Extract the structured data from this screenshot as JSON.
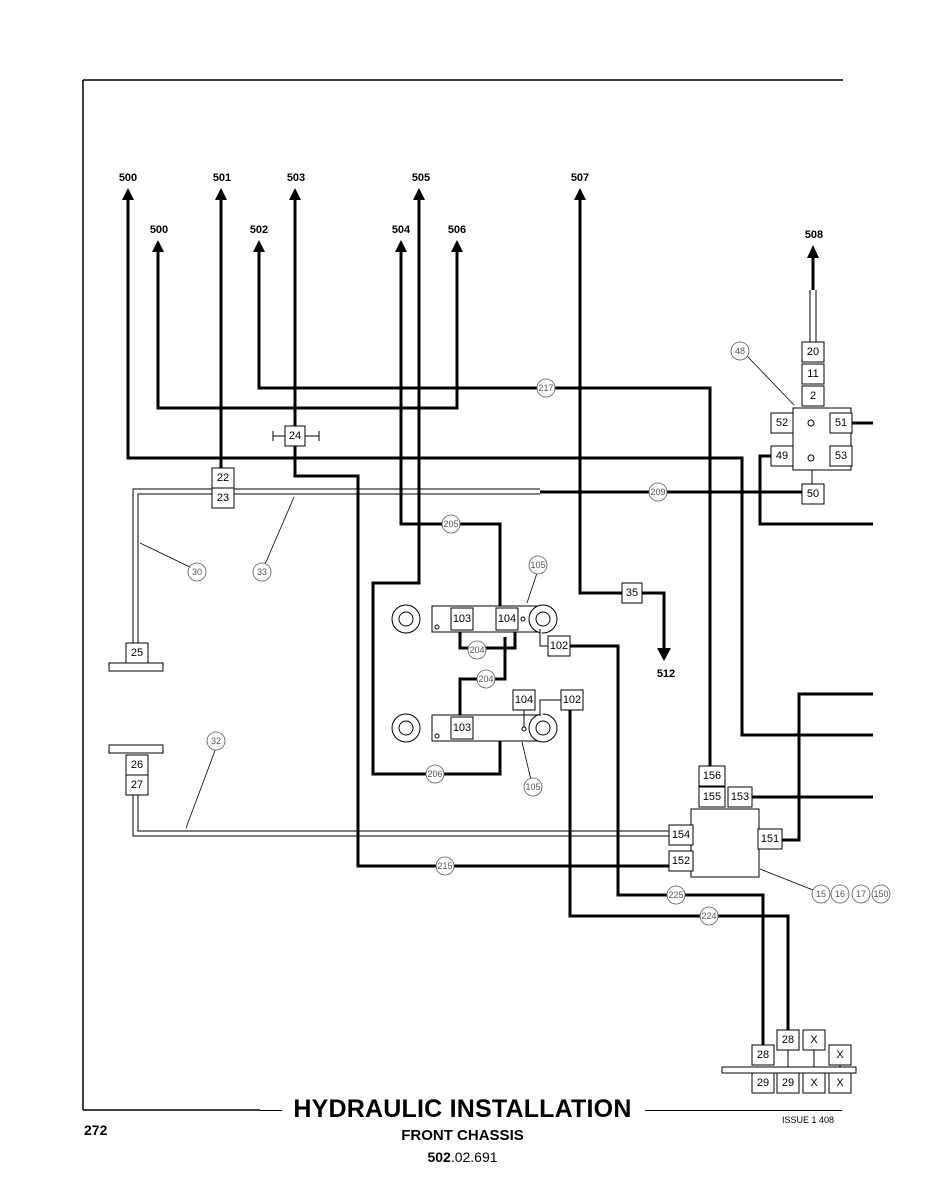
{
  "page": {
    "number": "272",
    "title": "HYDRAULIC INSTALLATION",
    "subtitle": "FRONT CHASSIS",
    "ref_bold": "502",
    "ref_rest": ".02.691",
    "issue": "ISSUE 1 408"
  },
  "destinations": {
    "d500a": "500",
    "d501": "501",
    "d503": "503",
    "d505": "505",
    "d507": "507",
    "d500b": "500",
    "d502": "502",
    "d504": "504",
    "d506": "506",
    "d508": "508",
    "d512": "512"
  },
  "boxes": {
    "b20": "20",
    "b11": "11",
    "b2": "2",
    "b52": "52",
    "b51": "51",
    "b49": "49",
    "b53": "53",
    "b50": "50",
    "b24": "24",
    "b22": "22",
    "b23": "23",
    "b25": "25",
    "b26": "26",
    "b27": "27",
    "b35": "35",
    "b103a": "103",
    "b104a": "104",
    "b102a": "102",
    "b103b": "103",
    "b104b": "104",
    "b102b": "102",
    "b156": "156",
    "b155": "155",
    "b153": "153",
    "b154": "154",
    "b152": "152",
    "b151": "151",
    "b28a": "28",
    "b28b": "28",
    "bXa": "X",
    "bXb": "X",
    "b29a": "29",
    "b29b": "29",
    "bXc": "X",
    "bXd": "X"
  },
  "callouts": {
    "c48": "48",
    "c217": "217",
    "c209": "209",
    "c205": "205",
    "c105a": "105",
    "c30": "30",
    "c33": "33",
    "c204a": "204",
    "c204b": "204",
    "c32": "32",
    "c206": "206",
    "c105b": "105",
    "c215": "215",
    "c225": "225",
    "c224": "224",
    "c15": "15",
    "c16": "16",
    "c17": "17",
    "c150": "150"
  }
}
